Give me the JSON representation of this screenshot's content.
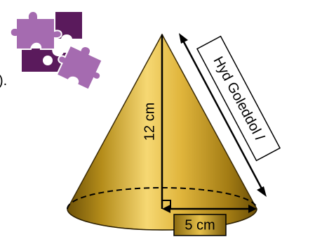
{
  "cut_off_text": ").",
  "decoration": {
    "icon": "puzzle-icon",
    "colors": [
      "#5a1a5c",
      "#a56bb0"
    ]
  },
  "cone": {
    "body_color": "#d9ac32",
    "height_label": "12 cm",
    "radius_label": "5 cm",
    "slant_label": "Hyd Goleddol ",
    "slant_symbol": "l"
  }
}
